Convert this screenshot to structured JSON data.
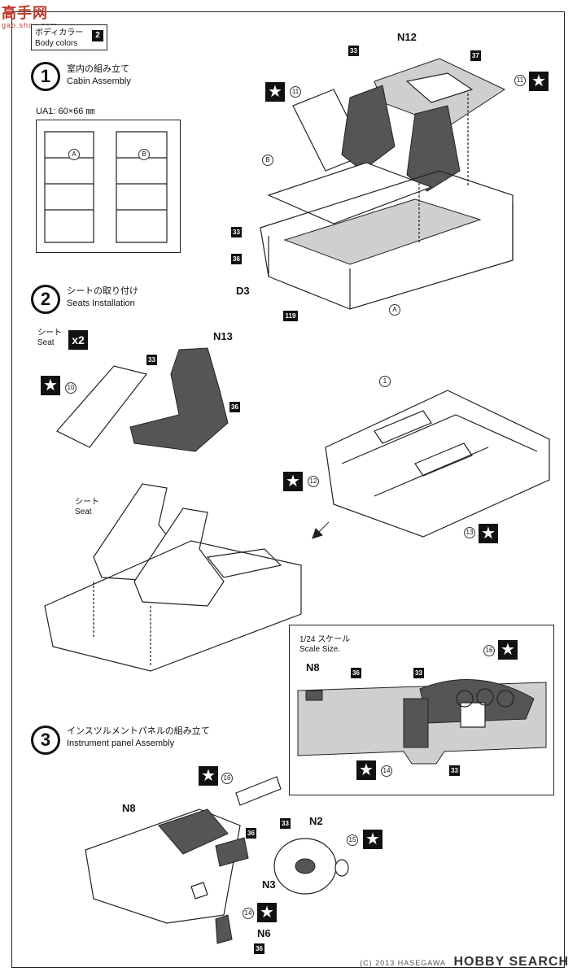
{
  "watermark": {
    "logo": "高手网",
    "url": "gao.shou.com"
  },
  "body_colors": {
    "jp": "ボディカラー",
    "en": "Body colors",
    "number": "2"
  },
  "step1": {
    "num": "1",
    "jp": "室内の組み立て",
    "en": "Cabin Assembly"
  },
  "step2": {
    "num": "2",
    "jp": "シートの取り付け",
    "en": "Seats Installation"
  },
  "step3": {
    "num": "3",
    "jp": "インスツルメントパネルの組み立て",
    "en": "Instrument panel Assembly"
  },
  "decal_sheet": {
    "label": "UA1: 60×66 ㎜",
    "left": "A",
    "right": "B"
  },
  "parts": {
    "N12": "N12",
    "N13": "N13",
    "N8": "N8",
    "N8b": "N8",
    "N2": "N2",
    "N3": "N3",
    "N6": "N6",
    "D3": "D3"
  },
  "color_tags": {
    "t33": "33",
    "t37": "37",
    "t36": "36",
    "t119": "119"
  },
  "decal_numbers": {
    "d11": "11",
    "d10": "10",
    "d12": "12",
    "d13": "13",
    "d14": "14",
    "d15": "15",
    "d16": "16",
    "d1": "1",
    "dA": "A",
    "dB": "B"
  },
  "seat": {
    "jp": "シート",
    "en": "Seat",
    "count": "x2"
  },
  "scale": {
    "jp": "1/24 スケール",
    "en": "Scale Size."
  },
  "footer": {
    "mark": "(C) 2013 HASEGAWA",
    "brand": "HOBBY SEARCH"
  }
}
